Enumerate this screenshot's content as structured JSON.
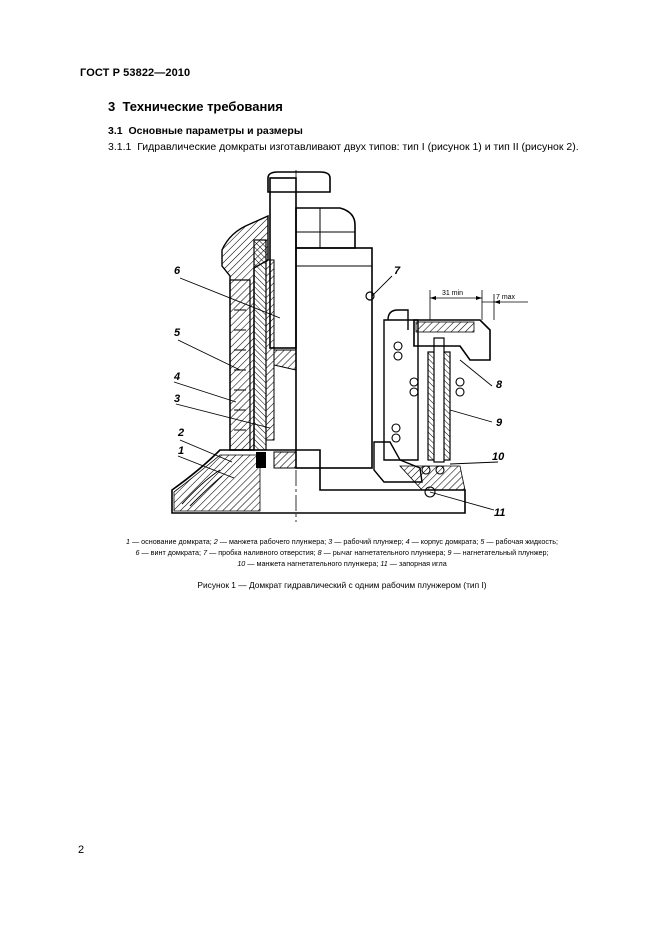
{
  "header": {
    "standard_code": "ГОСТ Р 53822—2010"
  },
  "section": {
    "number": "3",
    "title": "Технические требования"
  },
  "subsection": {
    "number": "3.1",
    "title": "Основные параметры и размеры"
  },
  "paragraph": {
    "number": "3.1.1",
    "text": "Гидравлические домкраты изготавливают двух типов: тип I (рисунок 1) и тип II (рисунок 2)."
  },
  "figure": {
    "callouts": [
      "1",
      "2",
      "3",
      "4",
      "5",
      "6",
      "7",
      "8",
      "9",
      "10",
      "11"
    ],
    "dimensions": {
      "min_label": "31 min",
      "max_label": "7 max"
    },
    "legend": [
      {
        "num": "1",
        "text": "— основание домкрата;"
      },
      {
        "num": "2",
        "text": "— манжета рабочего плунжера;"
      },
      {
        "num": "3",
        "text": "— рабочий плунжер;"
      },
      {
        "num": "4",
        "text": "— корпус домкрата;"
      },
      {
        "num": "5",
        "text": "— рабочая жидкость;"
      },
      {
        "num": "6",
        "text": "— винт домкрата;"
      },
      {
        "num": "7",
        "text": "— пробка наливного отверстия;"
      },
      {
        "num": "8",
        "text": "— рычаг нагнетательного плунжера;"
      },
      {
        "num": "9",
        "text": "— нагнетательный плунжер;"
      },
      {
        "num": "10",
        "text": "— манжета нагнетательного плунжера;"
      },
      {
        "num": "11",
        "text": "— запорная игла"
      }
    ],
    "caption": "Рисунок 1 — Домкрат гидравлический с одним рабочим плунжером (тип I)"
  },
  "footer": {
    "page_number": "2"
  }
}
